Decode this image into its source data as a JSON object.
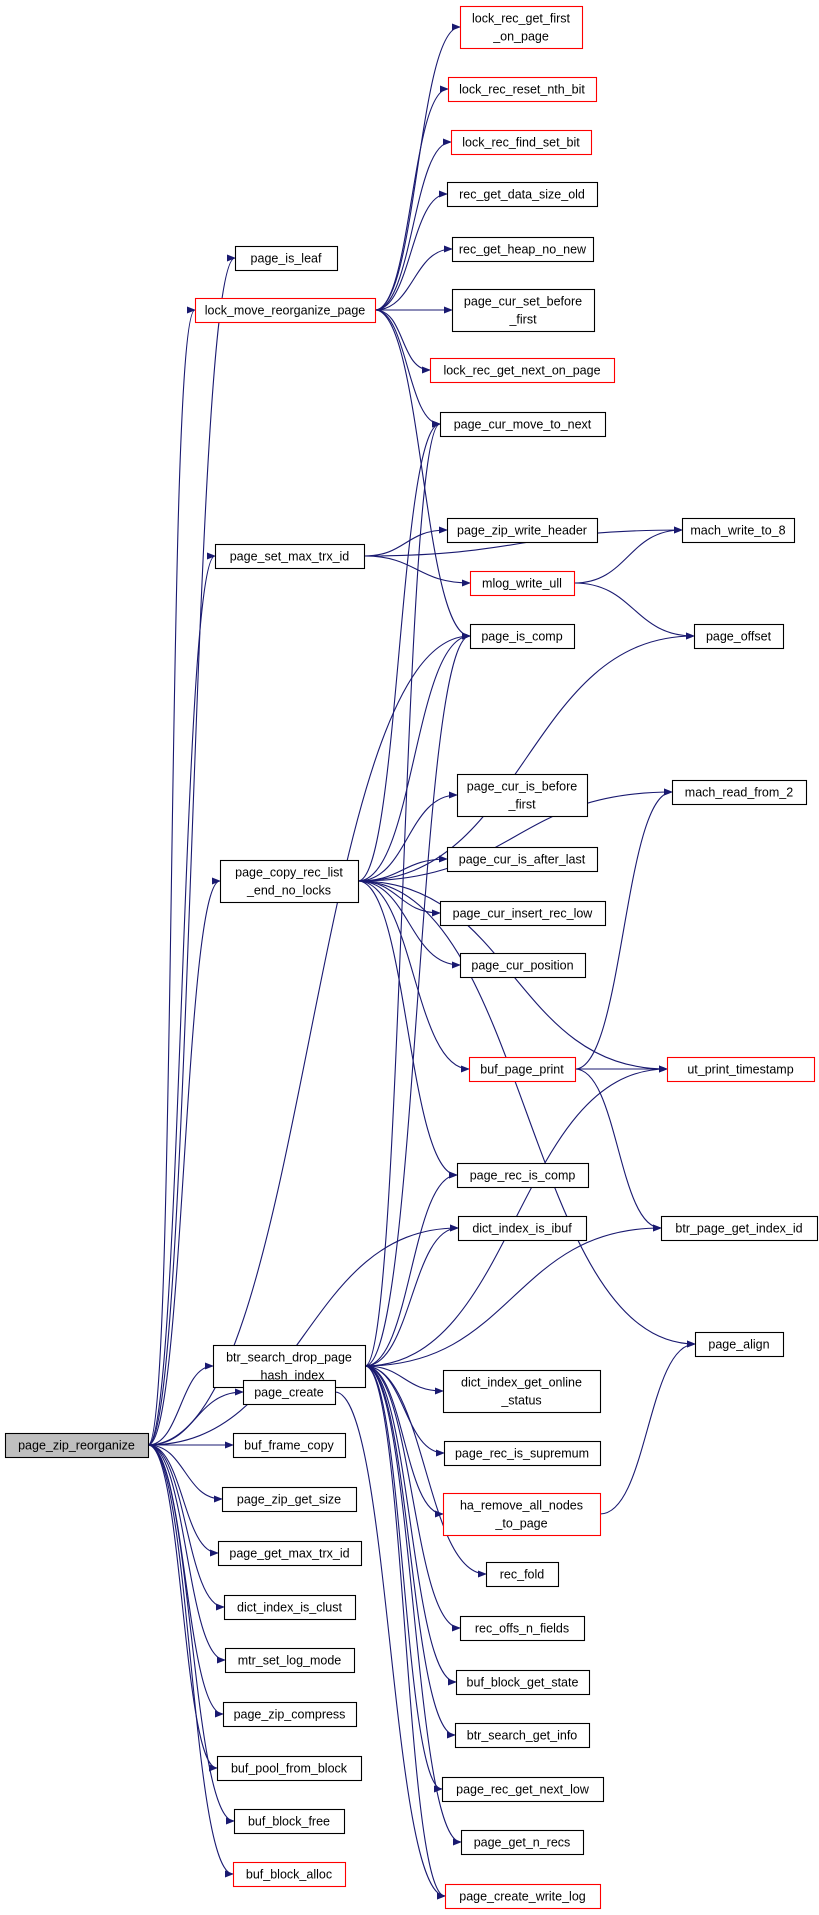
{
  "graph": {
    "root": "page_zip_reorganize",
    "colors": {
      "edge": "#191970",
      "border_normal": "#000000",
      "border_truncated": "#ff0000",
      "root_fill": "#bfbfbf",
      "node_fill": "#ffffff"
    },
    "nodes": [
      {
        "id": "page_zip_reorganize",
        "lines": [
          "page_zip_reorganize"
        ],
        "style": "root"
      },
      {
        "id": "page_is_leaf",
        "lines": [
          "page_is_leaf"
        ],
        "style": "normal"
      },
      {
        "id": "lock_move_reorganize_page",
        "lines": [
          "lock_move_reorganize_page"
        ],
        "style": "truncated"
      },
      {
        "id": "page_set_max_trx_id",
        "lines": [
          "page_set_max_trx_id"
        ],
        "style": "normal"
      },
      {
        "id": "page_copy_rec_list_end_no_locks",
        "lines": [
          "page_copy_rec_list",
          "_end_no_locks"
        ],
        "style": "normal"
      },
      {
        "id": "btr_search_drop_page_hash_index",
        "lines": [
          "btr_search_drop_page",
          "_hash_index"
        ],
        "style": "normal"
      },
      {
        "id": "page_create",
        "lines": [
          "page_create"
        ],
        "style": "normal"
      },
      {
        "id": "buf_frame_copy",
        "lines": [
          "buf_frame_copy"
        ],
        "style": "normal"
      },
      {
        "id": "page_zip_get_size",
        "lines": [
          "page_zip_get_size"
        ],
        "style": "normal"
      },
      {
        "id": "page_get_max_trx_id",
        "lines": [
          "page_get_max_trx_id"
        ],
        "style": "normal"
      },
      {
        "id": "dict_index_is_clust",
        "lines": [
          "dict_index_is_clust"
        ],
        "style": "normal"
      },
      {
        "id": "mtr_set_log_mode",
        "lines": [
          "mtr_set_log_mode"
        ],
        "style": "normal"
      },
      {
        "id": "page_zip_compress",
        "lines": [
          "page_zip_compress"
        ],
        "style": "normal"
      },
      {
        "id": "buf_pool_from_block",
        "lines": [
          "buf_pool_from_block"
        ],
        "style": "normal"
      },
      {
        "id": "buf_block_free",
        "lines": [
          "buf_block_free"
        ],
        "style": "normal"
      },
      {
        "id": "buf_block_alloc",
        "lines": [
          "buf_block_alloc"
        ],
        "style": "truncated"
      },
      {
        "id": "lock_rec_get_first_on_page",
        "lines": [
          "lock_rec_get_first",
          "_on_page"
        ],
        "style": "truncated"
      },
      {
        "id": "lock_rec_reset_nth_bit",
        "lines": [
          "lock_rec_reset_nth_bit"
        ],
        "style": "truncated"
      },
      {
        "id": "lock_rec_find_set_bit",
        "lines": [
          "lock_rec_find_set_bit"
        ],
        "style": "truncated"
      },
      {
        "id": "rec_get_data_size_old",
        "lines": [
          "rec_get_data_size_old"
        ],
        "style": "normal"
      },
      {
        "id": "rec_get_heap_no_new",
        "lines": [
          "rec_get_heap_no_new"
        ],
        "style": "normal"
      },
      {
        "id": "page_cur_set_before_first",
        "lines": [
          "page_cur_set_before",
          "_first"
        ],
        "style": "normal"
      },
      {
        "id": "lock_rec_get_next_on_page",
        "lines": [
          "lock_rec_get_next_on_page"
        ],
        "style": "truncated"
      },
      {
        "id": "page_cur_move_to_next",
        "lines": [
          "page_cur_move_to_next"
        ],
        "style": "normal"
      },
      {
        "id": "page_zip_write_header",
        "lines": [
          "page_zip_write_header"
        ],
        "style": "normal"
      },
      {
        "id": "mlog_write_ull",
        "lines": [
          "mlog_write_ull"
        ],
        "style": "truncated"
      },
      {
        "id": "page_is_comp",
        "lines": [
          "page_is_comp"
        ],
        "style": "normal"
      },
      {
        "id": "page_cur_is_before_first",
        "lines": [
          "page_cur_is_before",
          "_first"
        ],
        "style": "normal"
      },
      {
        "id": "page_cur_is_after_last",
        "lines": [
          "page_cur_is_after_last"
        ],
        "style": "normal"
      },
      {
        "id": "page_cur_insert_rec_low",
        "lines": [
          "page_cur_insert_rec_low"
        ],
        "style": "normal"
      },
      {
        "id": "page_cur_position",
        "lines": [
          "page_cur_position"
        ],
        "style": "normal"
      },
      {
        "id": "buf_page_print",
        "lines": [
          "buf_page_print"
        ],
        "style": "truncated"
      },
      {
        "id": "page_rec_is_comp",
        "lines": [
          "page_rec_is_comp"
        ],
        "style": "normal"
      },
      {
        "id": "dict_index_is_ibuf",
        "lines": [
          "dict_index_is_ibuf"
        ],
        "style": "normal"
      },
      {
        "id": "dict_index_get_online_status",
        "lines": [
          "dict_index_get_online",
          "_status"
        ],
        "style": "normal"
      },
      {
        "id": "page_rec_is_supremum",
        "lines": [
          "page_rec_is_supremum"
        ],
        "style": "normal"
      },
      {
        "id": "ha_remove_all_nodes_to_page",
        "lines": [
          "ha_remove_all_nodes",
          "_to_page"
        ],
        "style": "truncated"
      },
      {
        "id": "rec_fold",
        "lines": [
          "rec_fold"
        ],
        "style": "normal"
      },
      {
        "id": "rec_offs_n_fields",
        "lines": [
          "rec_offs_n_fields"
        ],
        "style": "normal"
      },
      {
        "id": "buf_block_get_state",
        "lines": [
          "buf_block_get_state"
        ],
        "style": "normal"
      },
      {
        "id": "btr_search_get_info",
        "lines": [
          "btr_search_get_info"
        ],
        "style": "normal"
      },
      {
        "id": "page_rec_get_next_low",
        "lines": [
          "page_rec_get_next_low"
        ],
        "style": "normal"
      },
      {
        "id": "page_get_n_recs",
        "lines": [
          "page_get_n_recs"
        ],
        "style": "normal"
      },
      {
        "id": "page_create_write_log",
        "lines": [
          "page_create_write_log"
        ],
        "style": "truncated"
      },
      {
        "id": "mach_write_to_8",
        "lines": [
          "mach_write_to_8"
        ],
        "style": "normal"
      },
      {
        "id": "page_offset",
        "lines": [
          "page_offset"
        ],
        "style": "normal"
      },
      {
        "id": "mach_read_from_2",
        "lines": [
          "mach_read_from_2"
        ],
        "style": "normal"
      },
      {
        "id": "ut_print_timestamp",
        "lines": [
          "ut_print_timestamp"
        ],
        "style": "truncated"
      },
      {
        "id": "btr_page_get_index_id",
        "lines": [
          "btr_page_get_index_id"
        ],
        "style": "normal"
      },
      {
        "id": "page_align",
        "lines": [
          "page_align"
        ],
        "style": "normal"
      }
    ],
    "edges": [
      {
        "from": "page_zip_reorganize",
        "to": "page_is_leaf"
      },
      {
        "from": "page_zip_reorganize",
        "to": "lock_move_reorganize_page"
      },
      {
        "from": "page_zip_reorganize",
        "to": "page_set_max_trx_id"
      },
      {
        "from": "page_zip_reorganize",
        "to": "page_is_comp"
      },
      {
        "from": "page_zip_reorganize",
        "to": "page_copy_rec_list_end_no_locks"
      },
      {
        "from": "page_zip_reorganize",
        "to": "dict_index_is_ibuf"
      },
      {
        "from": "page_zip_reorganize",
        "to": "btr_search_drop_page_hash_index"
      },
      {
        "from": "page_zip_reorganize",
        "to": "page_create"
      },
      {
        "from": "page_zip_reorganize",
        "to": "buf_frame_copy"
      },
      {
        "from": "page_zip_reorganize",
        "to": "page_zip_get_size"
      },
      {
        "from": "page_zip_reorganize",
        "to": "page_get_max_trx_id"
      },
      {
        "from": "page_zip_reorganize",
        "to": "dict_index_is_clust"
      },
      {
        "from": "page_zip_reorganize",
        "to": "mtr_set_log_mode"
      },
      {
        "from": "page_zip_reorganize",
        "to": "page_zip_compress"
      },
      {
        "from": "page_zip_reorganize",
        "to": "buf_pool_from_block"
      },
      {
        "from": "page_zip_reorganize",
        "to": "buf_block_free"
      },
      {
        "from": "page_zip_reorganize",
        "to": "buf_block_alloc"
      },
      {
        "from": "lock_move_reorganize_page",
        "to": "lock_rec_get_first_on_page"
      },
      {
        "from": "lock_move_reorganize_page",
        "to": "lock_rec_reset_nth_bit"
      },
      {
        "from": "lock_move_reorganize_page",
        "to": "lock_rec_find_set_bit"
      },
      {
        "from": "lock_move_reorganize_page",
        "to": "rec_get_data_size_old"
      },
      {
        "from": "lock_move_reorganize_page",
        "to": "rec_get_heap_no_new"
      },
      {
        "from": "lock_move_reorganize_page",
        "to": "page_cur_set_before_first"
      },
      {
        "from": "lock_move_reorganize_page",
        "to": "lock_rec_get_next_on_page"
      },
      {
        "from": "lock_move_reorganize_page",
        "to": "page_cur_move_to_next"
      },
      {
        "from": "lock_move_reorganize_page",
        "to": "page_is_comp"
      },
      {
        "from": "page_set_max_trx_id",
        "to": "page_zip_write_header"
      },
      {
        "from": "page_set_max_trx_id",
        "to": "mlog_write_ull"
      },
      {
        "from": "page_set_max_trx_id",
        "to": "mach_write_to_8"
      },
      {
        "from": "mlog_write_ull",
        "to": "mach_write_to_8"
      },
      {
        "from": "mlog_write_ull",
        "to": "page_offset"
      },
      {
        "from": "page_copy_rec_list_end_no_locks",
        "to": "page_cur_move_to_next"
      },
      {
        "from": "page_copy_rec_list_end_no_locks",
        "to": "page_is_comp"
      },
      {
        "from": "page_copy_rec_list_end_no_locks",
        "to": "page_offset"
      },
      {
        "from": "page_copy_rec_list_end_no_locks",
        "to": "mach_read_from_2"
      },
      {
        "from": "page_copy_rec_list_end_no_locks",
        "to": "page_cur_is_before_first"
      },
      {
        "from": "page_copy_rec_list_end_no_locks",
        "to": "page_cur_is_after_last"
      },
      {
        "from": "page_copy_rec_list_end_no_locks",
        "to": "page_cur_insert_rec_low"
      },
      {
        "from": "page_copy_rec_list_end_no_locks",
        "to": "page_cur_position"
      },
      {
        "from": "page_copy_rec_list_end_no_locks",
        "to": "buf_page_print"
      },
      {
        "from": "page_copy_rec_list_end_no_locks",
        "to": "ut_print_timestamp"
      },
      {
        "from": "page_copy_rec_list_end_no_locks",
        "to": "page_rec_is_comp"
      },
      {
        "from": "page_copy_rec_list_end_no_locks",
        "to": "page_align"
      },
      {
        "from": "buf_page_print",
        "to": "mach_read_from_2"
      },
      {
        "from": "buf_page_print",
        "to": "ut_print_timestamp"
      },
      {
        "from": "buf_page_print",
        "to": "btr_page_get_index_id"
      },
      {
        "from": "btr_search_drop_page_hash_index",
        "to": "page_cur_move_to_next"
      },
      {
        "from": "btr_search_drop_page_hash_index",
        "to": "page_is_comp"
      },
      {
        "from": "btr_search_drop_page_hash_index",
        "to": "page_rec_is_comp"
      },
      {
        "from": "btr_search_drop_page_hash_index",
        "to": "dict_index_is_ibuf"
      },
      {
        "from": "btr_search_drop_page_hash_index",
        "to": "ut_print_timestamp"
      },
      {
        "from": "btr_search_drop_page_hash_index",
        "to": "btr_page_get_index_id"
      },
      {
        "from": "btr_search_drop_page_hash_index",
        "to": "dict_index_get_online_status"
      },
      {
        "from": "btr_search_drop_page_hash_index",
        "to": "page_rec_is_supremum"
      },
      {
        "from": "btr_search_drop_page_hash_index",
        "to": "ha_remove_all_nodes_to_page"
      },
      {
        "from": "btr_search_drop_page_hash_index",
        "to": "rec_fold"
      },
      {
        "from": "btr_search_drop_page_hash_index",
        "to": "rec_offs_n_fields"
      },
      {
        "from": "btr_search_drop_page_hash_index",
        "to": "buf_block_get_state"
      },
      {
        "from": "btr_search_drop_page_hash_index",
        "to": "btr_search_get_info"
      },
      {
        "from": "btr_search_drop_page_hash_index",
        "to": "page_rec_get_next_low"
      },
      {
        "from": "btr_search_drop_page_hash_index",
        "to": "page_get_n_recs"
      },
      {
        "from": "btr_search_drop_page_hash_index",
        "to": "page_create_write_log"
      },
      {
        "from": "ha_remove_all_nodes_to_page",
        "to": "page_align"
      },
      {
        "from": "page_create",
        "to": "page_create_write_log"
      }
    ]
  }
}
